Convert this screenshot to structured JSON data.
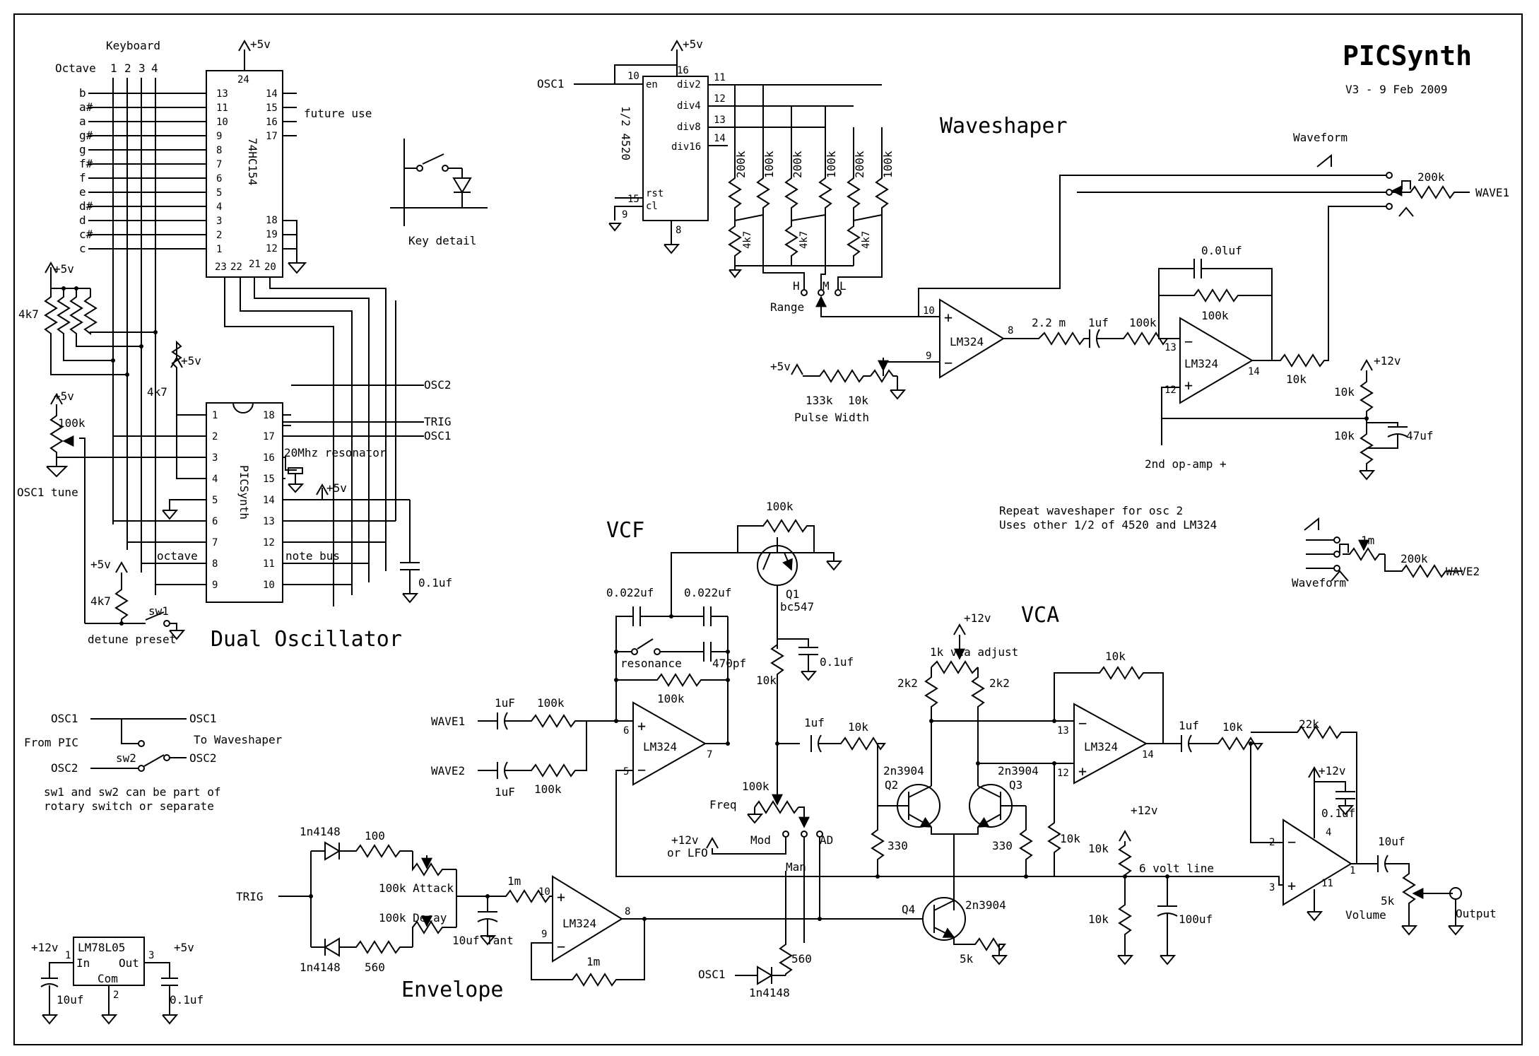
{
  "title": "PICSynth",
  "version": "V3 - 9 Feb 2009",
  "sections": {
    "waveshaper": "Waveshaper",
    "vcf": "VCF",
    "vca": "VCA",
    "oscillator": "Dual Oscillator",
    "envelope": "Envelope"
  },
  "keyboard": {
    "header": "Keyboard",
    "octave_label": "Octave",
    "octaves": [
      "1",
      "2",
      "3",
      "4"
    ],
    "notes": [
      "b",
      "a#",
      "a",
      "g#",
      "g",
      "f#",
      "f",
      "e",
      "d#",
      "d",
      "c#",
      "c"
    ]
  },
  "hc154": {
    "name": "74HC154",
    "pins_left": [
      "13",
      "11",
      "10",
      "9",
      "8",
      "7",
      "6",
      "5",
      "4",
      "3",
      "2",
      "1"
    ],
    "pins_right": [
      "14",
      "15",
      "16",
      "17"
    ],
    "pins_right_low": [
      "18",
      "19",
      "12"
    ],
    "pin_top": "24",
    "pins_bottom": [
      "23",
      "22",
      "21",
      "20"
    ],
    "future_use": "future use"
  },
  "key_detail": "Key detail",
  "supply": {
    "p5v": "+5v",
    "p12v": "+12v"
  },
  "pic": {
    "name": "PICSynth",
    "pins_left": [
      "1",
      "2",
      "3",
      "4",
      "5",
      "6",
      "7",
      "8",
      "9"
    ],
    "pins_right": [
      "18",
      "17",
      "16",
      "15",
      "14",
      "13",
      "12",
      "11",
      "10"
    ],
    "octave": "octave",
    "note_bus": "note bus",
    "resonator": "20Mhz resonator",
    "osc2": "OSC2",
    "trig": "TRIG",
    "osc1": "OSC1",
    "cap": "0.1uf"
  },
  "osc_misc": {
    "r4k7": "4k7",
    "tune_pot": "100k",
    "tune_label": "OSC1 tune",
    "sw1": "sw1",
    "detune": "detune preset"
  },
  "routing": {
    "osc1_left": "OSC1",
    "osc1_right": "OSC1",
    "from_pic": "From PIC",
    "to_waveshaper": "To Waveshaper",
    "osc2_left": "OSC2",
    "osc2_right": "OSC2",
    "sw2": "sw2",
    "note1": "sw1 and sw2 can be part of",
    "note2": "rotary switch or separate"
  },
  "regulator": {
    "name": "LM78L05",
    "in_label": "In",
    "out_label": "Out",
    "com_label": "Com",
    "pin1": "1",
    "pin2": "2",
    "pin3": "3",
    "vin": "+12v",
    "vout": "+5v",
    "cap_in": "10uf",
    "cap_out": "0.1uf"
  },
  "divider": {
    "chip": "1/2 4520",
    "osc1": "OSC1",
    "pins": {
      "en": "en",
      "rst": "rst",
      "cl": "cl",
      "p10": "10",
      "p16": "16",
      "p15": "15",
      "p9": "9",
      "p8": "8",
      "p11": "11",
      "p12": "12",
      "p13": "13",
      "p14": "14"
    },
    "outputs": [
      "div2",
      "div4",
      "div8",
      "div16"
    ],
    "res_top": [
      "200k",
      "100k",
      "200k",
      "100k",
      "200k",
      "100k"
    ],
    "res_low": [
      "4k7",
      "4k7",
      "4k7"
    ],
    "range_h": "H",
    "range_m": "M",
    "range_l": "L",
    "range_label": "Range"
  },
  "shaper": {
    "op1": "LM324",
    "op1_pins": [
      "10",
      "9",
      "8"
    ],
    "r22": "2.2 m",
    "c1": "1uf",
    "r100k": "100k",
    "op2": "LM324",
    "op2_pins": [
      "13",
      "12",
      "14"
    ],
    "c_fb": "0.0luf",
    "r_fb": "100k",
    "r10k": "10k",
    "pw_r1": "133k",
    "pw_r2": "10k",
    "pw_label": "Pulse Width",
    "second": "2nd op-amp +",
    "bias_r1": "10k",
    "bias_r2": "10k",
    "bias_c": "47uf",
    "waveform_label": "Waveform",
    "r200k": "200k",
    "wave1": "WAVE1",
    "repeat1": "Repeat waveshaper for osc 2",
    "repeat2": "Uses other 1/2 of 4520 and LM324"
  },
  "wave2": {
    "pot": "1m",
    "r200k": "200k",
    "label": "WAVE2",
    "waveform_label": "Waveform"
  },
  "vcf": {
    "wave1": "WAVE1",
    "wave2": "WAVE2",
    "c1": "1uF",
    "c2": "1uF",
    "r1": "100k",
    "r2": "100k",
    "c022a": "0.022uf",
    "c022b": "0.022uf",
    "c470": "470pf",
    "resonance": "resonance",
    "r_fb": "100k",
    "op": "LM324",
    "pins": [
      "6",
      "5",
      "7"
    ],
    "q1": "Q1",
    "q1_type": "bc547",
    "r_q1": "100k",
    "r10k": "10k",
    "cap": "0.1uf",
    "freq": "Freq",
    "freq_pot": "100k",
    "mod_v": "+12v",
    "or_lfo": "or LFO",
    "mod": "Mod",
    "man": "Man",
    "ad": "AD",
    "r560": "560",
    "osc1": "OSC1",
    "diode": "1n4148"
  },
  "vca": {
    "c_in": "1uf",
    "r_in": "10k",
    "adjust": "1k vca adjust",
    "r2k2a": "2k2",
    "r2k2b": "2k2",
    "q2": "Q2",
    "q2_type": "2n3904",
    "q3": "Q3",
    "q3_type": "2n3904",
    "q4": "Q4",
    "q4_type": "2n3904",
    "r330a": "330",
    "r330b": "330",
    "r5k": "5k",
    "r10k_fb": "10k",
    "op": "LM324",
    "op_pins": [
      "13",
      "12",
      "14"
    ],
    "r10k_low": "10k",
    "c_out": "1uf",
    "r_out": "10k",
    "r22k": "22k",
    "line": "6 volt line",
    "r10k_a": "10k",
    "r10k_b": "10k",
    "c100": "100uf",
    "op_out_pins": [
      "2",
      "3",
      "4",
      "11",
      "1"
    ],
    "c01": "0.1uf",
    "c10": "10uf",
    "vol": "5k",
    "volume": "Volume",
    "output": "Output"
  },
  "env": {
    "trig": "TRIG",
    "d_top": "1n4148",
    "d_bot": "1n4148",
    "r100": "100",
    "r560": "560",
    "attack": "100k Attack",
    "decay": "100k Decay",
    "r1m_in": "1m",
    "cap": "10uf Tant",
    "op": "LM324",
    "pins": [
      "10",
      "9",
      "8"
    ],
    "r1m_fb": "1m"
  }
}
